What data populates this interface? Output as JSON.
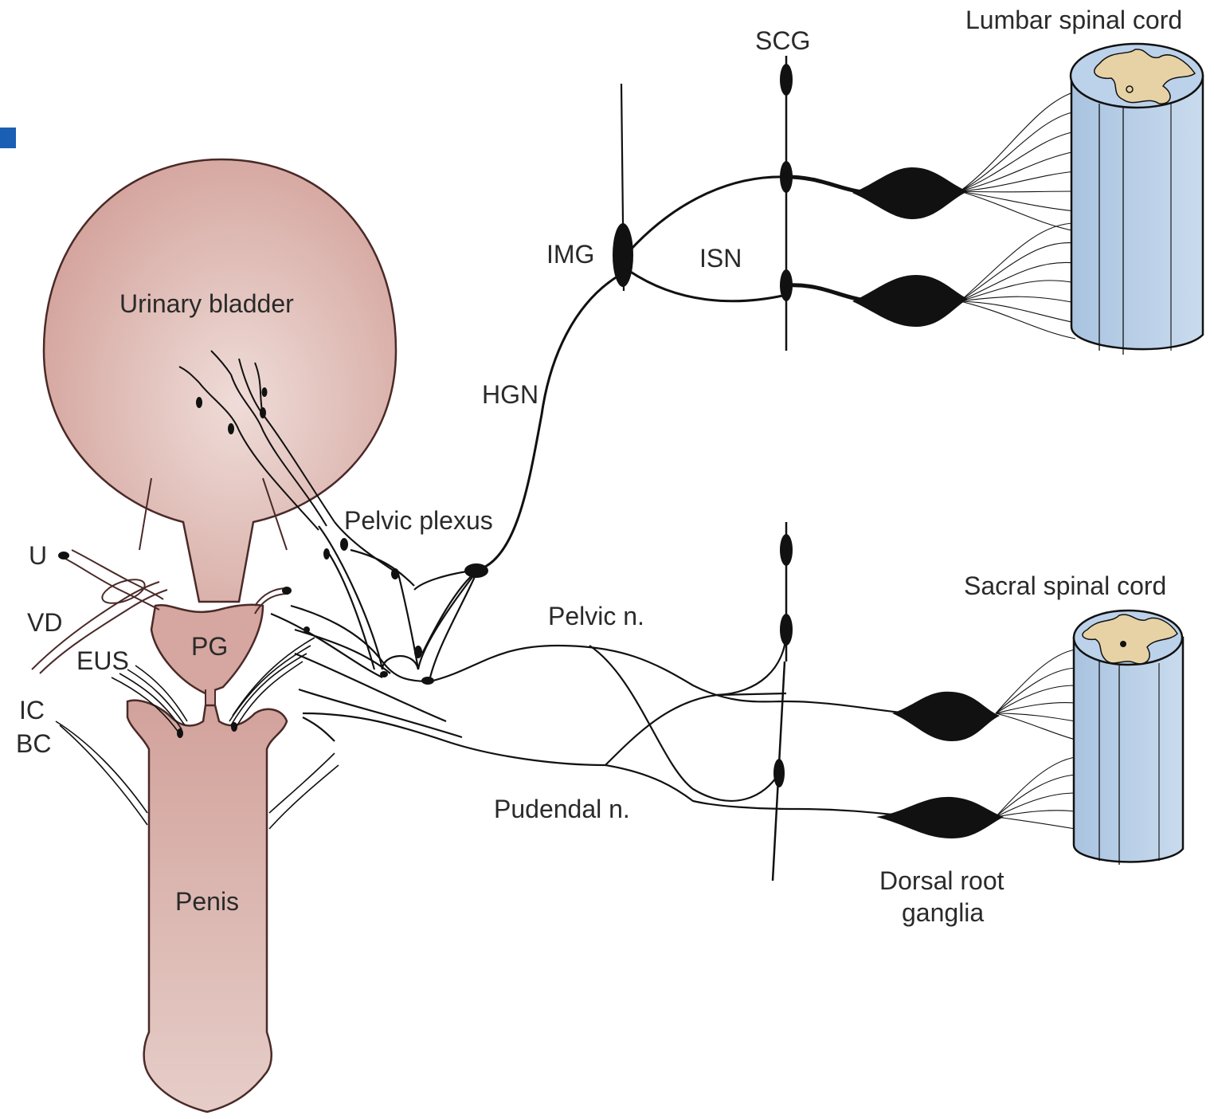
{
  "colors": {
    "organ_fill": "#d6a6a0",
    "organ_stroke": "#4a2a28",
    "cord_fill": "#b9cfe6",
    "grey_matter": "#e7d2a6",
    "nerve": "#111111",
    "accent_square": "#1a5fb4"
  },
  "labels": {
    "lumbar_cord": "Lumbar spinal cord",
    "scg": "SCG",
    "img": "IMG",
    "isn": "ISN",
    "hgn": "HGN",
    "urinary_bladder": "Urinary bladder",
    "pelvic_plexus": "Pelvic plexus",
    "u": "U",
    "vd": "VD",
    "eus": "EUS",
    "pg": "PG",
    "ic": "IC",
    "bc": "BC",
    "penis": "Penis",
    "pelvic_n": "Pelvic n.",
    "pudendal_n": "Pudendal n.",
    "sacral_cord": "Sacral spinal cord",
    "drg_line1": "Dorsal root",
    "drg_line2": "ganglia"
  }
}
